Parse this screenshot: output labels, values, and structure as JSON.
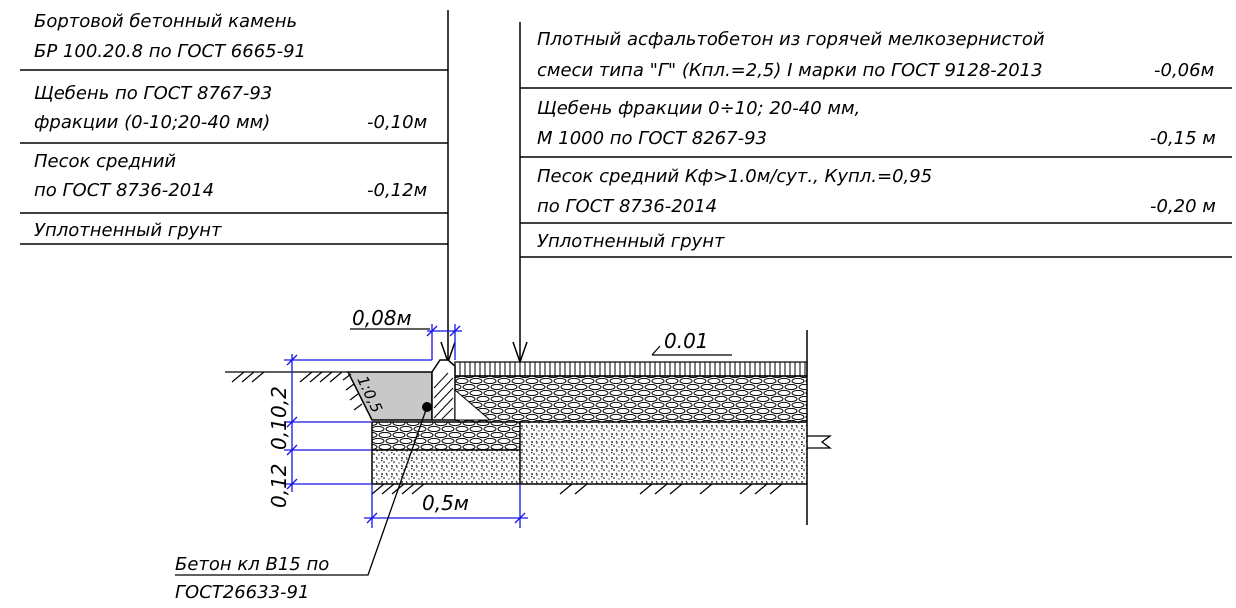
{
  "left_legend": {
    "curb_line1": "Бортовой бетонный камень",
    "curb_line2": "БР 100.20.8 по ГОСТ 6665-91",
    "gravel_line1": "Щебень по ГОСТ 8767-93",
    "gravel_line2": "фракции (0-10;20-40 мм)",
    "gravel_thickness": "-0,10м",
    "sand_line1": "Песок средний",
    "sand_line2": "по ГОСТ 8736-2014",
    "sand_thickness": "-0,12м",
    "soil": "Уплотненный грунт"
  },
  "right_legend": {
    "asphalt_line1": "Плотный асфальтобетон из горячей мелкозернистой",
    "asphalt_line2": "смеси типа \"Г\" (Кпл.=2,5) I марки  по ГОСТ 9128-2013",
    "asphalt_thickness": "-0,06м",
    "gravel_line1": "Щебень фракции 0÷10; 20-40 мм,",
    "gravel_line2": "М 1000 по ГОСТ 8267-93",
    "gravel_thickness": "-0,15 м",
    "sand_line1": "Песок средний Кф>1.0м/сут., Купл.=0,95",
    "sand_line2": "по ГОСТ 8736-2014",
    "sand_thickness": "-0,20 м",
    "soil": "Уплотненный грунт"
  },
  "dimensions": {
    "curb_width": "0,08м",
    "slope": "0.01",
    "curb_height": "0,2",
    "gravel_depth": "0,1",
    "sand_depth": "0,12",
    "base_width": "0,5м",
    "embankment_slope": "1:0,5"
  },
  "concrete_note": {
    "line1": "Бетон кл В15 по",
    "line2": "ГОСТ26633-91"
  },
  "colors": {
    "line": "#000000",
    "dimension": "#1414e6",
    "concrete_fill": "#c8c8c8"
  }
}
